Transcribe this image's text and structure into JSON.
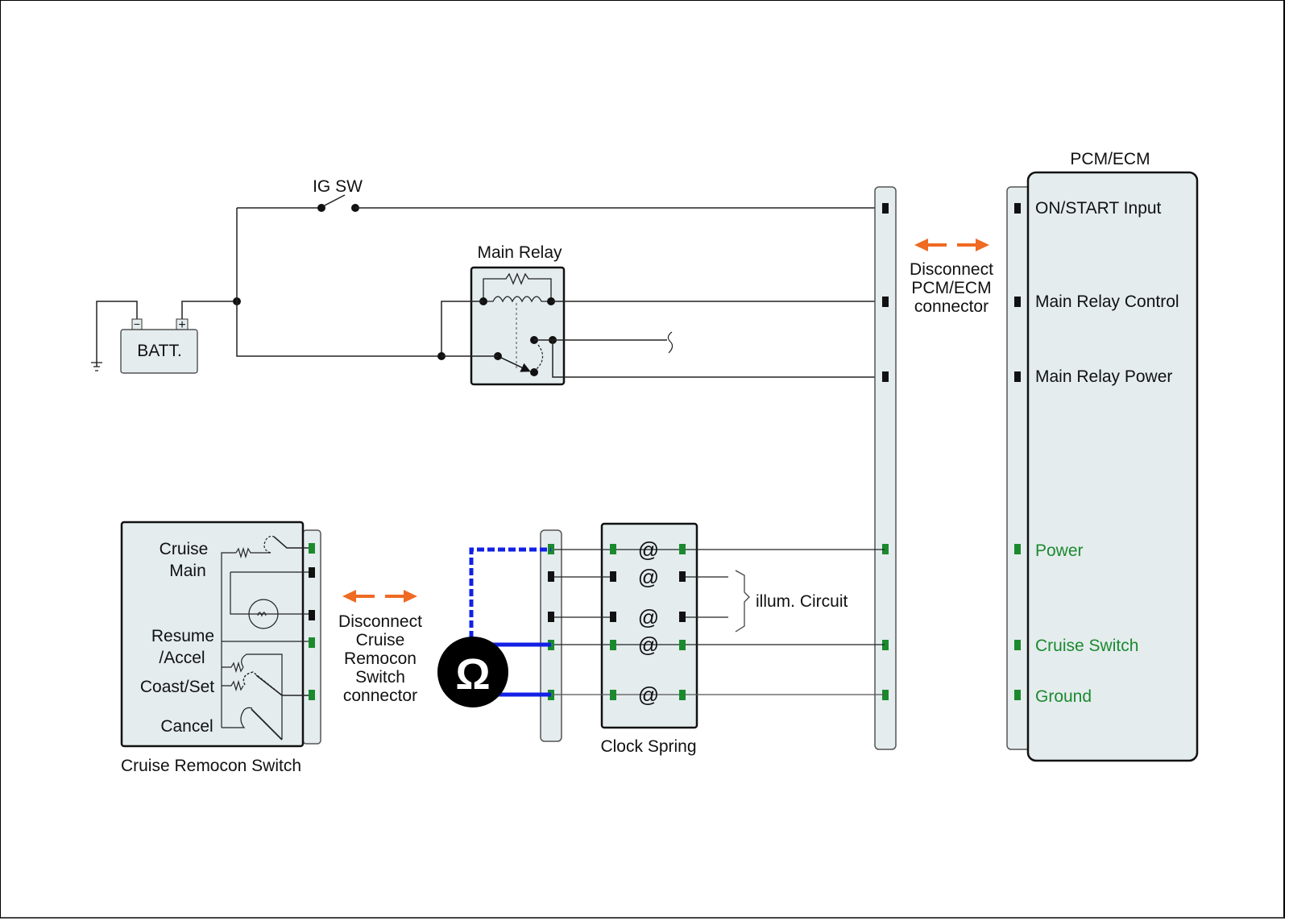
{
  "colors": {
    "wire": "#222222",
    "component_fill": "#e4ecee",
    "pin_black": "#111111",
    "pin_green": "#1b8a2e",
    "label_green": "#1b8a2e",
    "arrow_orange": "#ef6a22",
    "meter_lead_blue": "#1220e6",
    "meter_body": "#000000"
  },
  "battery": {
    "label": "BATT.",
    "minus": "−",
    "plus": "+"
  },
  "ig_switch": {
    "label": "IG SW"
  },
  "main_relay": {
    "label": "Main Relay"
  },
  "pcm_connector_disconnect": {
    "lines": [
      "Disconnect",
      "PCM/ECM",
      "connector"
    ]
  },
  "pcm": {
    "title": "PCM/ECM",
    "pins": [
      {
        "label": "ON/START Input",
        "color": "black"
      },
      {
        "label": "Main Relay Control",
        "color": "black"
      },
      {
        "label": "Main Relay Power",
        "color": "black"
      },
      {
        "label": "Power",
        "color": "green"
      },
      {
        "label": "Cruise Switch",
        "color": "green"
      },
      {
        "label": "Ground",
        "color": "green"
      }
    ]
  },
  "cruise_switch": {
    "title": "Cruise Remocon Switch",
    "labels": {
      "cruise": "Cruise",
      "main": "Main",
      "resume": "Resume",
      "accel": "/Accel",
      "coast_set": "Coast/Set",
      "cancel": "Cancel"
    }
  },
  "cruise_connector_disconnect": {
    "lines": [
      "Disconnect",
      "Cruise",
      "Remocon",
      "Switch",
      "connector"
    ]
  },
  "ohmmeter": {
    "symbol": "Ω"
  },
  "clock_spring": {
    "label": "Clock Spring",
    "spiral_glyph": "@"
  },
  "illum": {
    "label": "illum. Circuit"
  }
}
